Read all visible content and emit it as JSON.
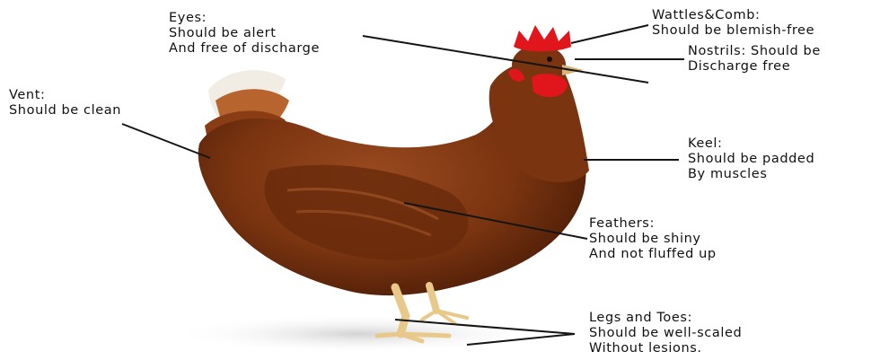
{
  "labels": {
    "eyes": [
      "Eyes:",
      "Should be alert",
      "And free of discharge"
    ],
    "wattles": [
      "Wattles&Comb:",
      "Should be blemish-free"
    ],
    "nostrils": [
      "Nostrils: Should be",
      "Discharge free"
    ],
    "vent": [
      "Vent:",
      "Should be clean"
    ],
    "keel": [
      "Keel:",
      "Should be padded",
      "By muscles"
    ],
    "feathers": [
      "Feathers:",
      "Should be shiny",
      "And not fluffed up"
    ],
    "legs": [
      "Legs and Toes:",
      "Should be well-scaled",
      "Without lesions."
    ]
  },
  "colors": {
    "plumage": "#7a3410",
    "plumage_dark": "#4e1e08",
    "plumage_light": "#a85a2a",
    "comb": "#e0161c",
    "legs": "#e8c98a",
    "tail_white": "#f1ece4",
    "text": "#111111",
    "leader": "#151515"
  }
}
